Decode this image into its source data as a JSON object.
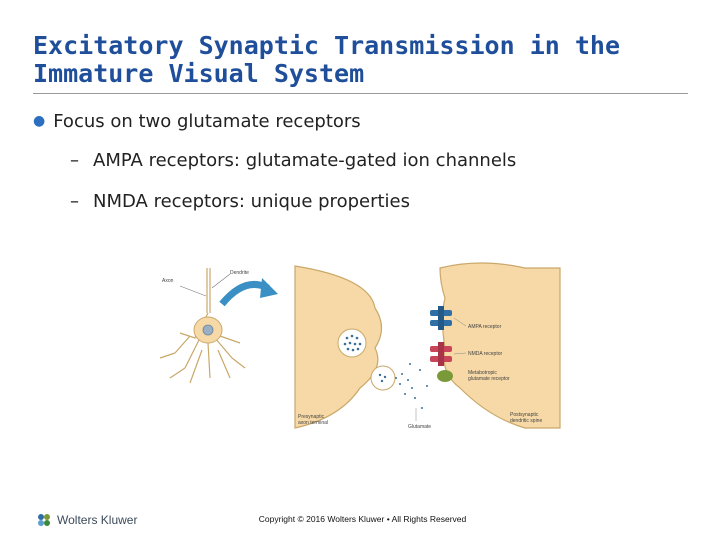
{
  "slide": {
    "title": "Excitatory Synaptic Transmission in the Immature Visual System",
    "bullet": "Focus on two glutamate receptors",
    "sub_bullets": [
      "AMPA receptors: glutamate-gated ion channels",
      "NMDA receptors: unique properties"
    ]
  },
  "figure": {
    "labels": {
      "axon": "Axon",
      "dendrite": "Dendrite",
      "ampa": "AMPA receptor",
      "nmda": "NMDA receptor",
      "metabotropic_1": "Metabotropic",
      "metabotropic_2": "glutamate receptor",
      "presynaptic_1": "Presynaptic",
      "presynaptic_2": "axon terminal",
      "glutamate": "Glutamate",
      "postsynaptic_1": "Postsynaptic",
      "postsynaptic_2": "dendritic spine"
    },
    "colors": {
      "terminal": "#f6d9a6",
      "ampa": "#2f6fa6",
      "nmda": "#c9455a",
      "metabotropic": "#7a9a3a",
      "arrow": "#3a8fc4"
    }
  },
  "footer": {
    "brand": "Wolters Kluwer",
    "copyright": "Copyright © 2016 Wolters Kluwer • All Rights Reserved"
  }
}
